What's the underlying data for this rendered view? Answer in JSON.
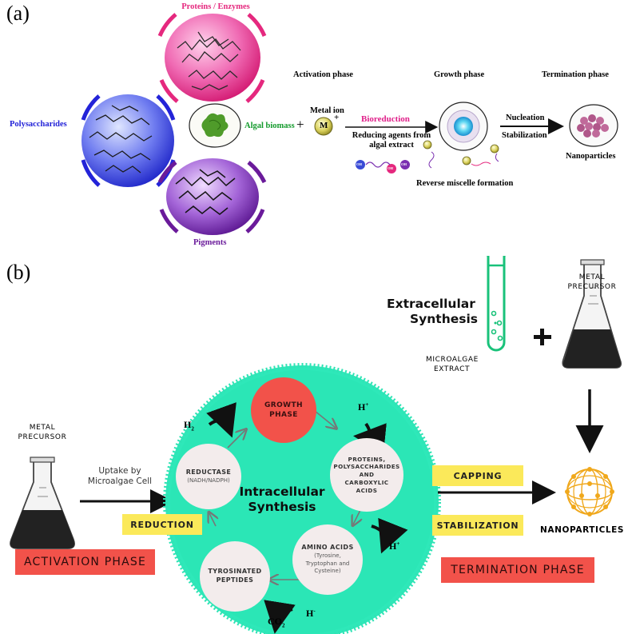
{
  "panel_a": {
    "label": "(a)",
    "proteins_label": "Proteins / Enzymes",
    "polysaccharides_label": "Polysaccharides",
    "pigments_label": "Pigments",
    "algal_biomass_label": "Algal biomass",
    "plus": "+",
    "metal_ion_label": "Metal ion",
    "metal_symbol": "M",
    "metal_charge": "+",
    "bioreduction_label": "Bioreduction",
    "reducing_agents": [
      "Reducing agents from",
      "algal extract"
    ],
    "oh_label": "OH",
    "reverse_micelle_label": "Reverse miscelle formation",
    "activation_phase": "Activation phase",
    "growth_phase": "Growth phase",
    "termination_phase": "Termination phase",
    "nucleation_label": "Nucleation",
    "stabilization_label": "Stabilization",
    "nanoparticles_label": "Nanoparticles",
    "colors": {
      "proteins": "#e5287e",
      "polysaccharides": "#2323d8",
      "pigments": "#6a1a9a",
      "algal": "#129a2b",
      "bioreduction": "#e0208a"
    }
  },
  "panel_b": {
    "label": "(b)",
    "extracellular_title": [
      "Extracellular",
      "Synthesis"
    ],
    "metal_precursor_top": [
      "METAL",
      "PRECURSOR"
    ],
    "microalgae_extract": [
      "MICROALGAE",
      "EXTRACT"
    ],
    "plus": "+",
    "metal_precursor_left": [
      "METAL",
      "PRECURSOR"
    ],
    "uptake_label": [
      "Uptake by",
      "Microalgae Cell"
    ],
    "reduction_label": "REDUCTION",
    "activation_phase": "ACTIVATION PHASE",
    "intracellular_title": [
      "Intracellular",
      "Synthesis"
    ],
    "growth_phase": [
      "GROWTH",
      "PHASE"
    ],
    "reductase": [
      "REDUCTASE"
    ],
    "reductase_sub": "(NADH/NADPH)",
    "proteins": [
      "PROTEINS,",
      "POLYSACCHARIDES",
      "AND",
      "CARBOXYLIC",
      "ACIDS"
    ],
    "amino_acids": "AMINO ACIDS",
    "amino_sub": [
      "(Tyrosine,",
      "Tryptophan and",
      "Cysteine)"
    ],
    "tyrosinated": [
      "TYROSINATED",
      "PEPTIDES"
    ],
    "h2_label": "H",
    "h2_sub": "2",
    "hplus_label": "H",
    "hplus_sup": "+",
    "hminus_label": "H",
    "hminus_sup": "-",
    "co2_label": "CO",
    "co2_sub": "2",
    "capping_label": "CAPPING",
    "stabilization_label": "STABILIZATION",
    "nanoparticles_label": "NANOPARTICLES",
    "termination_phase": "TERMINATION PHASE",
    "colors": {
      "cell": "#2ee8b9",
      "growth": "#f2524a",
      "yellow": "#fbe95a",
      "red": "#f2524a",
      "nano": "#f0a81c"
    }
  }
}
